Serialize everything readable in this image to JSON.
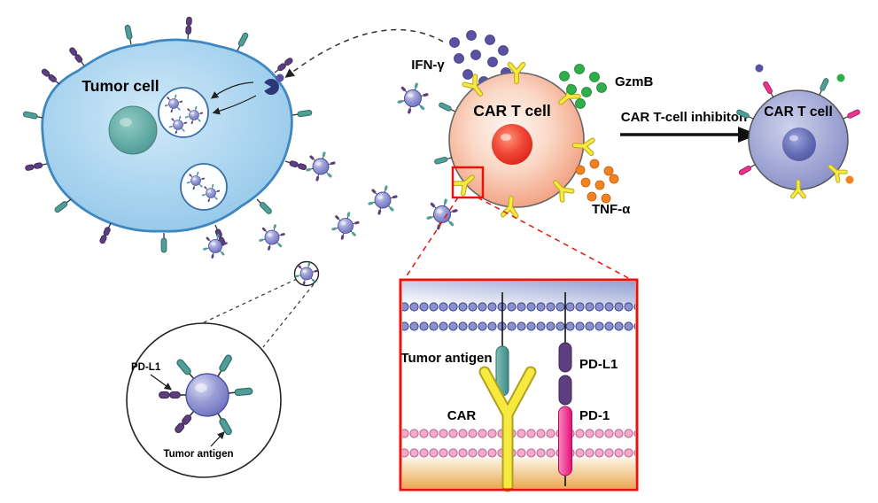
{
  "figure": {
    "labels": {
      "tumor_cell": "Tumor cell",
      "ifn_gamma": "IFN-γ",
      "car_t_cell": "CAR T cell",
      "gzmb": "GzmB",
      "tnf_alpha": "TNF-α",
      "inhibition": "CAR T-cell inhibiton",
      "inhibited_car_t_cell": "CAR T cell",
      "zoom_pd_l1": "PD-L1",
      "zoom_tumor_antigen": "Tumor antigen",
      "inset_tumor_antigen": "Tumor antigen",
      "inset_car": "CAR",
      "inset_pd_l1": "PD-L1",
      "inset_pd_1": "PD-1"
    },
    "colors": {
      "tumor_cell_fill": "#a9d4ef",
      "tumor_cell_stroke": "#3f87c0",
      "tumor_nucleus": "#57a49c",
      "exosome_body": "#686dba",
      "car_t_fill": "#f2a081",
      "car_t_nucleus": "#e02818",
      "inhibited_fill": "#a3a9d6",
      "inhibited_nucleus": "#5058a6",
      "ifn_gamma_dot": "#5a51a5",
      "gzmb_dot": "#2fae49",
      "tnf_alpha_dot": "#f58220",
      "car_yellow": "#f6e93f",
      "pd_l1_purple": "#5d3e7e",
      "pd_1_magenta": "#e9368b",
      "tumor_antigen_teal": "#4f9e97",
      "highlight_red": "#e8140c",
      "membrane_top_bead": "#8a92cc",
      "membrane_bottom_bead": "#f2abc9"
    }
  }
}
